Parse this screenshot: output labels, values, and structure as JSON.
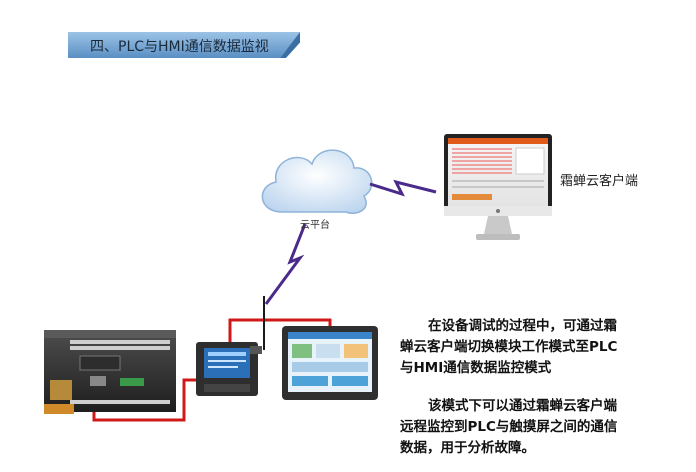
{
  "banner": {
    "title": "四、PLC与HMI通信数据监视"
  },
  "cloud": {
    "label": "云平台"
  },
  "client": {
    "label": "霜蝉云客户端"
  },
  "description": {
    "para1": [
      "在设备调试的过程中，可通过霜",
      "蝉云客户端切换模块工作模式至PLC",
      "与HMI通信数据监控模式"
    ],
    "para2": [
      "该模式下可以通过霜蝉云客户端",
      "远程监控到PLC与触摸屏之间的通信",
      "数据，用于分析故障。"
    ]
  },
  "icons": [
    "cloud-icon",
    "monitor-icon",
    "plc-icon",
    "gateway-icon",
    "touchscreen-icon",
    "lightning-link-icon"
  ],
  "colors": {
    "banner": "#5a8fc4",
    "cable": "#d01818",
    "lightning": "#4a2a8a",
    "cloud": "#cfe0f2"
  }
}
